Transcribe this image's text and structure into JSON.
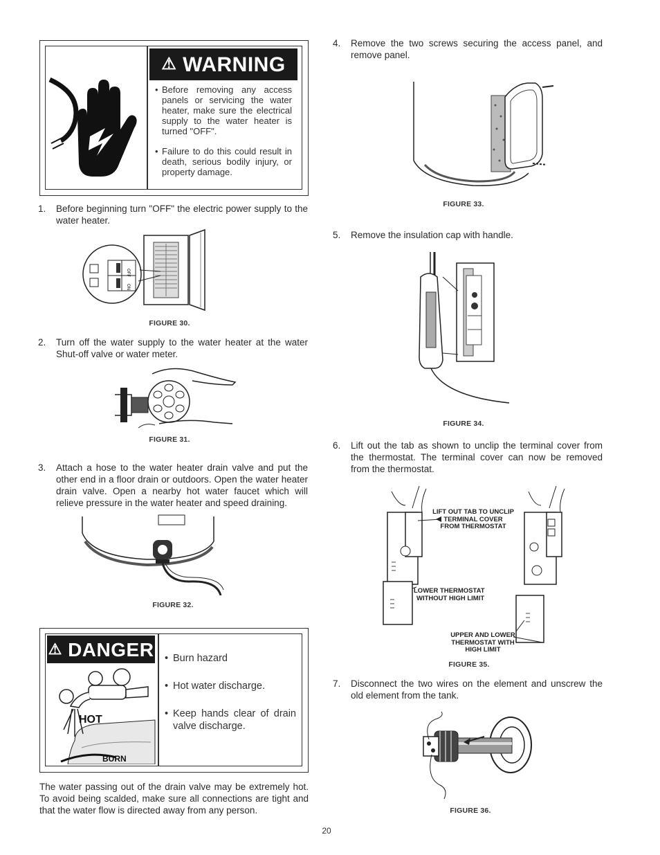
{
  "warning": {
    "heading": "WARNING",
    "bullets": [
      "Before removing any access panels or servicing the water heater, make sure the electrical supply to the water heater is turned \"OFF\".",
      "Failure to do this could result in death, serious bodily injury, or property damage."
    ]
  },
  "steps": {
    "s1": {
      "num": "1.",
      "text": "Before beginning turn \"OFF\" the electric power supply to the water heater."
    },
    "s2": {
      "num": "2.",
      "text": "Turn off the water supply to the water heater at the water Shut-off valve or water meter."
    },
    "s3": {
      "num": "3.",
      "text": "Attach a hose to the water heater drain valve and put the other end in a floor drain or outdoors. Open the water heater drain valve. Open a nearby hot water faucet which will relieve pressure in the water heater and speed draining."
    },
    "s4": {
      "num": "4.",
      "text": "Remove the two screws securing the access panel, and remove panel."
    },
    "s5": {
      "num": "5.",
      "text": "Remove the insulation cap with handle."
    },
    "s6": {
      "num": "6.",
      "text": "Lift out the tab as shown to unclip the terminal cover from the thermostat. The terminal cover can now be removed from the thermostat."
    },
    "s7": {
      "num": "7.",
      "text": "Disconnect the two wires on the element and unscrew the old element from the tank."
    }
  },
  "figures": {
    "f30": "FIGURE 30.",
    "f31": "FIGURE 31.",
    "f32": "FIGURE 32.",
    "f33": "FIGURE 33.",
    "f34": "FIGURE 34.",
    "f35": "FIGURE 35.",
    "f36": "FIGURE 36."
  },
  "figure30_labels": {
    "on": "ON",
    "off": "OFF"
  },
  "figure35_labels": {
    "lift_tab": [
      "LIFT OUT TAB TO UNCLIP",
      "TERMINAL COVER",
      "FROM THERMOSTAT"
    ],
    "lower": [
      "LOWER THERMOSTAT",
      "WITHOUT HIGH LIMIT"
    ],
    "upper": [
      "UPPER AND LOWER",
      "THERMOSTAT WITH",
      "HIGH LIMIT"
    ]
  },
  "danger": {
    "heading": "DANGER",
    "bullets": [
      "Burn hazard",
      "Hot water discharge.",
      "Keep hands clear of drain valve discharge."
    ],
    "art_text": {
      "hot": "HOT",
      "burn": "BURN"
    }
  },
  "scald_note": "The water passing out of the drain valve may be extremely hot. To avoid being scalded, make sure all connections are tight and that the water flow is directed away from any person.",
  "page_number": "20"
}
